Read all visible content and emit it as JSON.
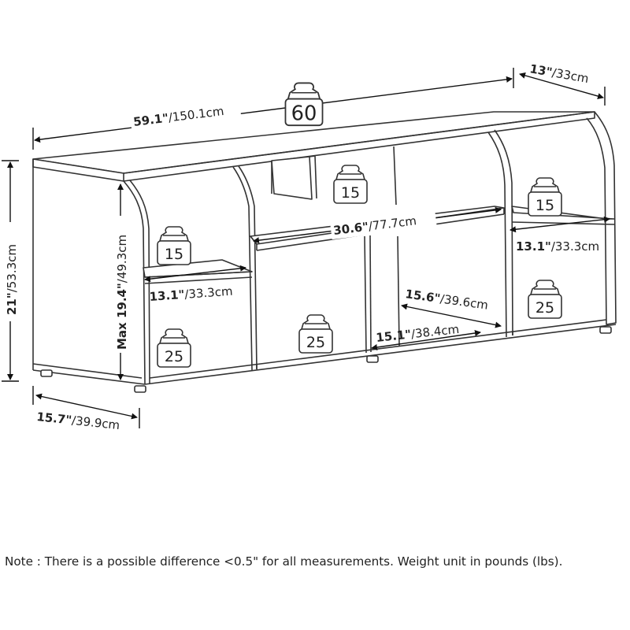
{
  "dimensions": {
    "width": {
      "imperial": "59.1\"",
      "metric": "/150.1cm"
    },
    "depth_top": {
      "imperial": "13\"",
      "metric": "/33cm"
    },
    "height": {
      "imperial": "21\"",
      "metric": "/53.3cm"
    },
    "max_height": {
      "imperial": "Max 19.4\"",
      "metric": "/49.3cm"
    },
    "depth_base": {
      "imperial": "15.7\"",
      "metric": "/39.9cm"
    },
    "center_width": {
      "imperial": "30.6\"",
      "metric": "/77.7cm"
    },
    "right_shelf": {
      "imperial": "13.1\"",
      "metric": "/33.3cm"
    },
    "left_shelf": {
      "imperial": "13.1\"",
      "metric": "/33.3cm"
    },
    "lower_width_a": {
      "imperial": "15.6\"",
      "metric": "/39.6cm"
    },
    "lower_width_b": {
      "imperial": "15.1\"",
      "metric": "/38.4cm"
    }
  },
  "weights": {
    "top": "60",
    "center_top": "15",
    "right_upper": "15",
    "left_upper": "15",
    "right_lower": "25",
    "left_lower": "25",
    "center_lower": "25"
  },
  "note": "Note : There is a possible difference <0.5\" for all measurements. Weight unit in pounds (lbs).",
  "colors": {
    "line": "#333333",
    "text": "#222222"
  }
}
